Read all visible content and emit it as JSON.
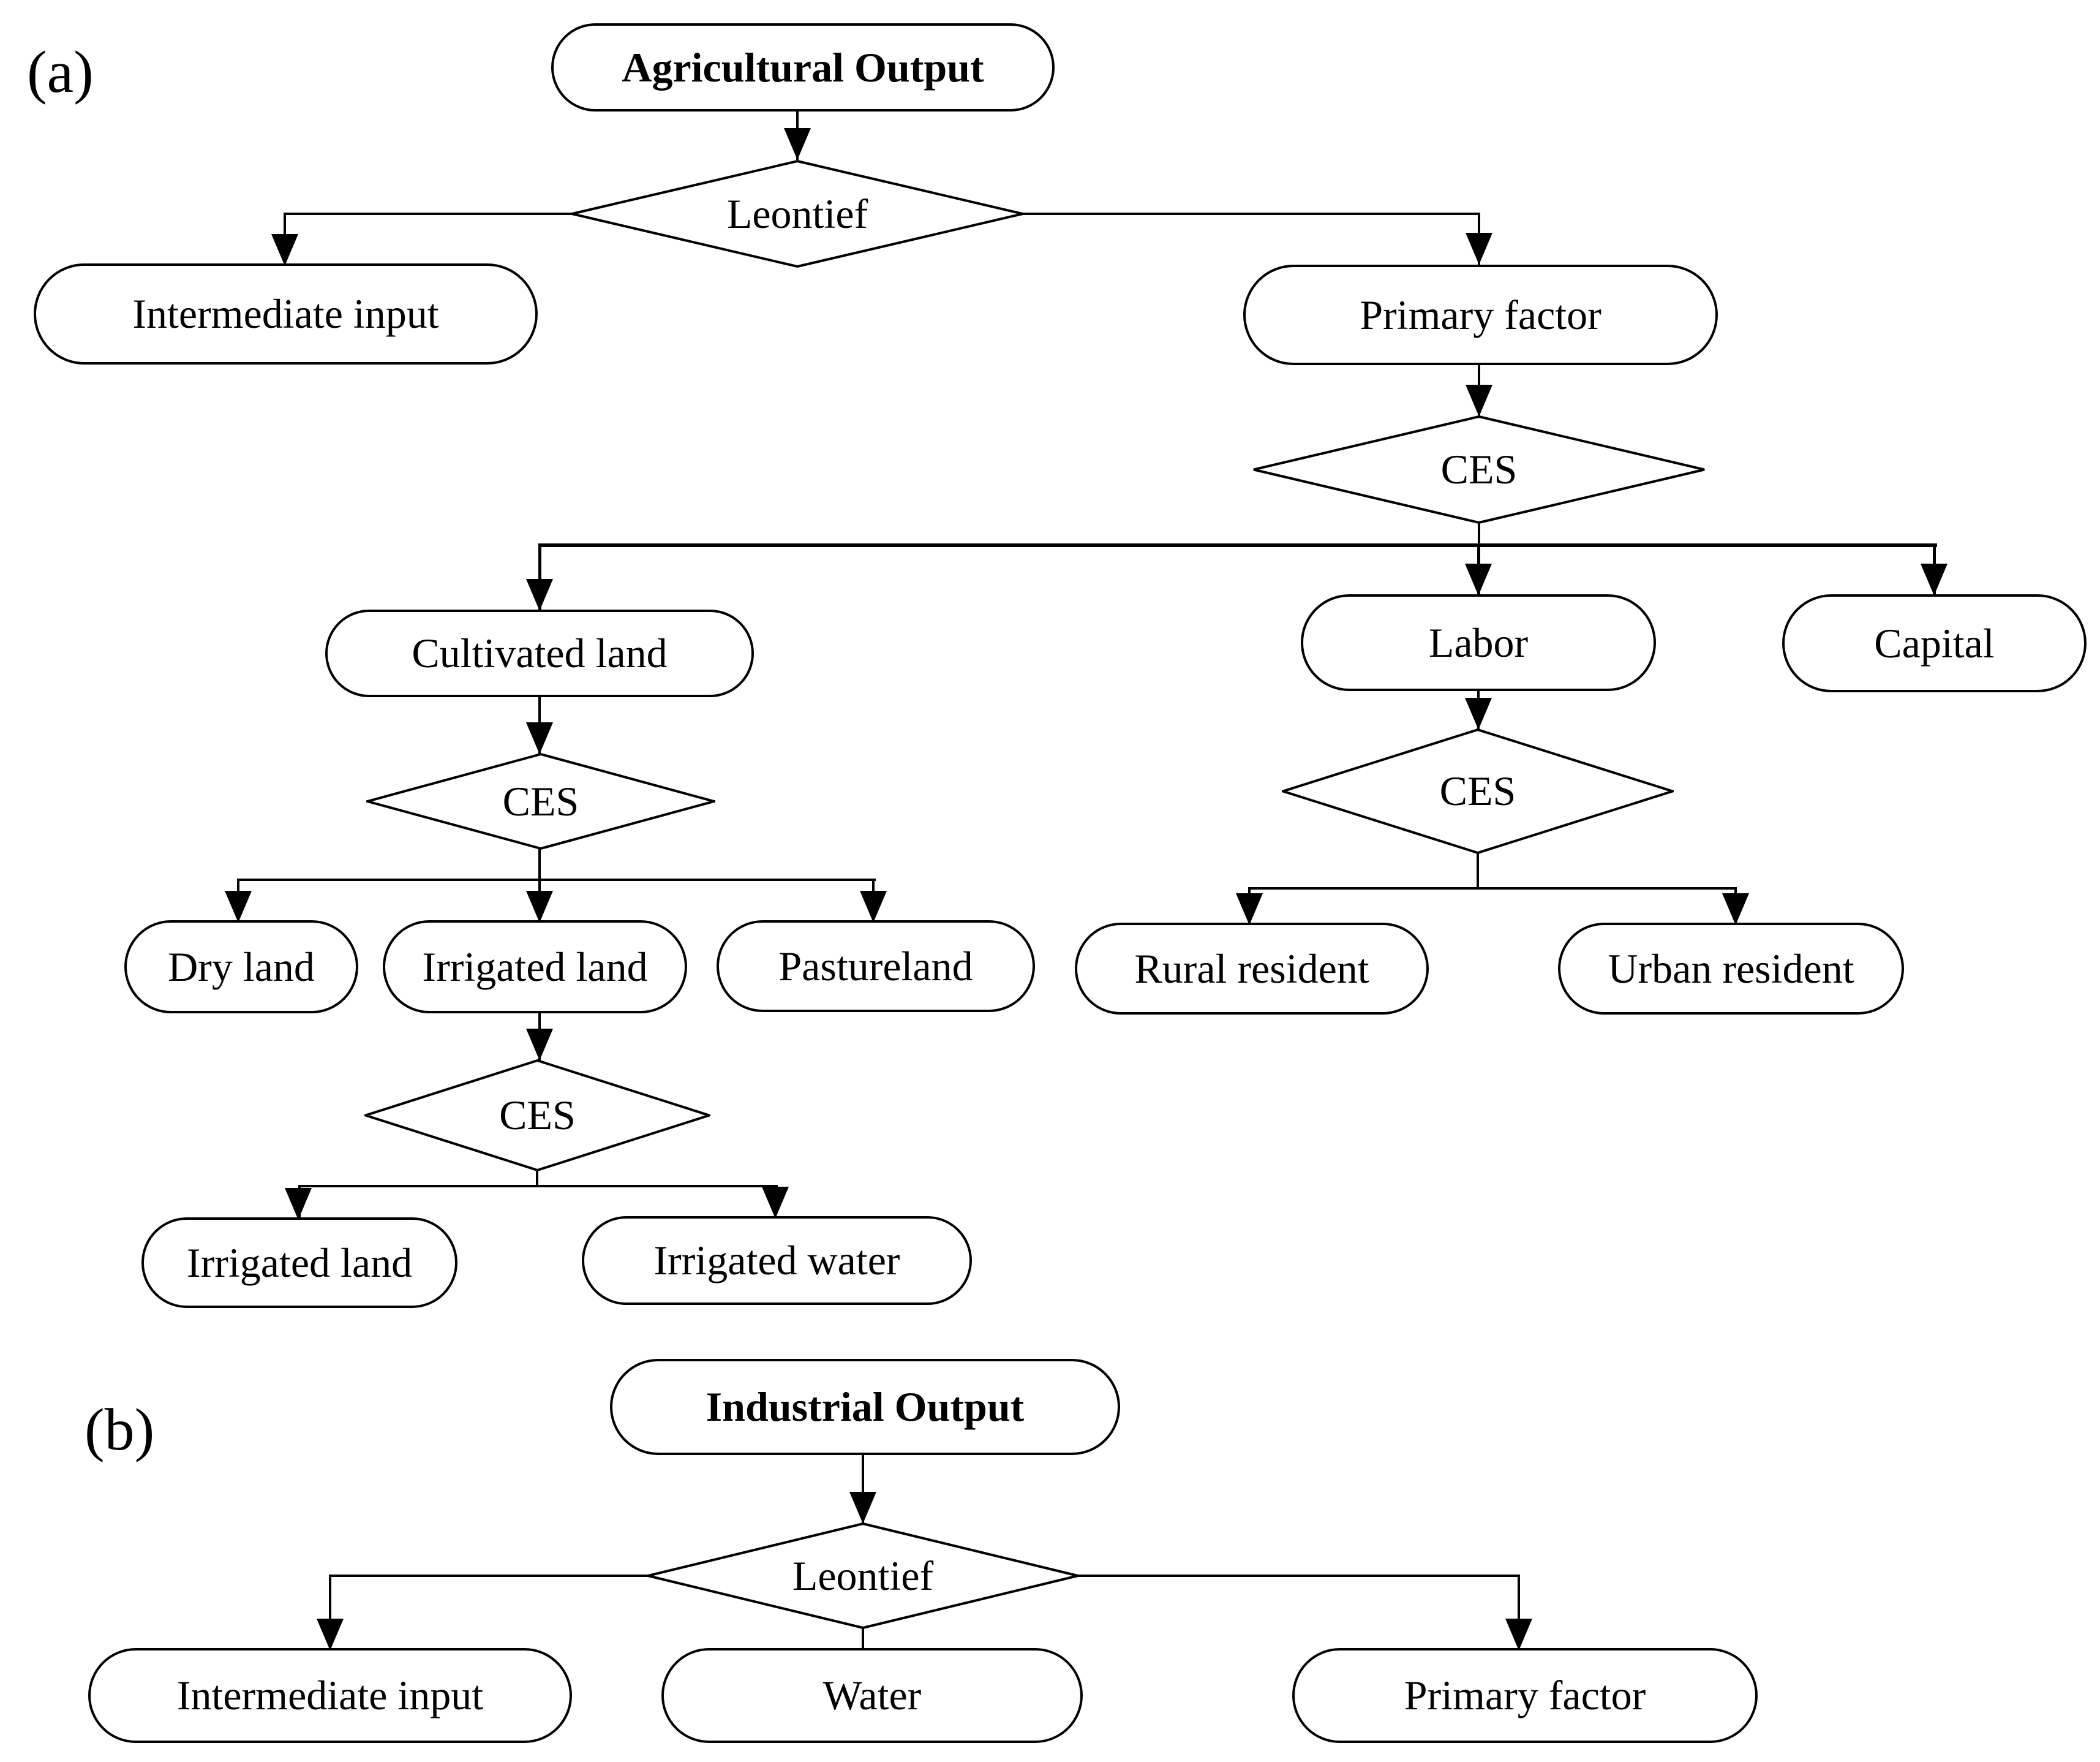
{
  "panel_a": {
    "section_label": "(a)",
    "agricultural_output": "Agricultural Output",
    "leontief": "Leontief",
    "intermediate_input": "Intermediate input",
    "primary_factor": "Primary factor",
    "ces_primary": "CES",
    "cultivated_land": "Cultivated land",
    "labor": "Labor",
    "capital": "Capital",
    "ces_cultivated": "CES",
    "dry_land": "Dry land",
    "irrigated_land": "Irrigated land",
    "pastureland": "Pastureland",
    "ces_irrigated": "CES",
    "irrigated_land_sub": "Irrigated land",
    "irrigated_water": "Irrigated water",
    "ces_labor": "CES",
    "rural_resident": "Rural resident",
    "urban_resident": "Urban resident"
  },
  "panel_b": {
    "section_label": "(b)",
    "industrial_output": "Industrial Output",
    "leontief": "Leontief",
    "intermediate_input": "Intermediate input",
    "water": "Water",
    "primary_factor": "Primary factor"
  },
  "style": {
    "stroke_color": "#000000",
    "background_color": "#ffffff"
  }
}
